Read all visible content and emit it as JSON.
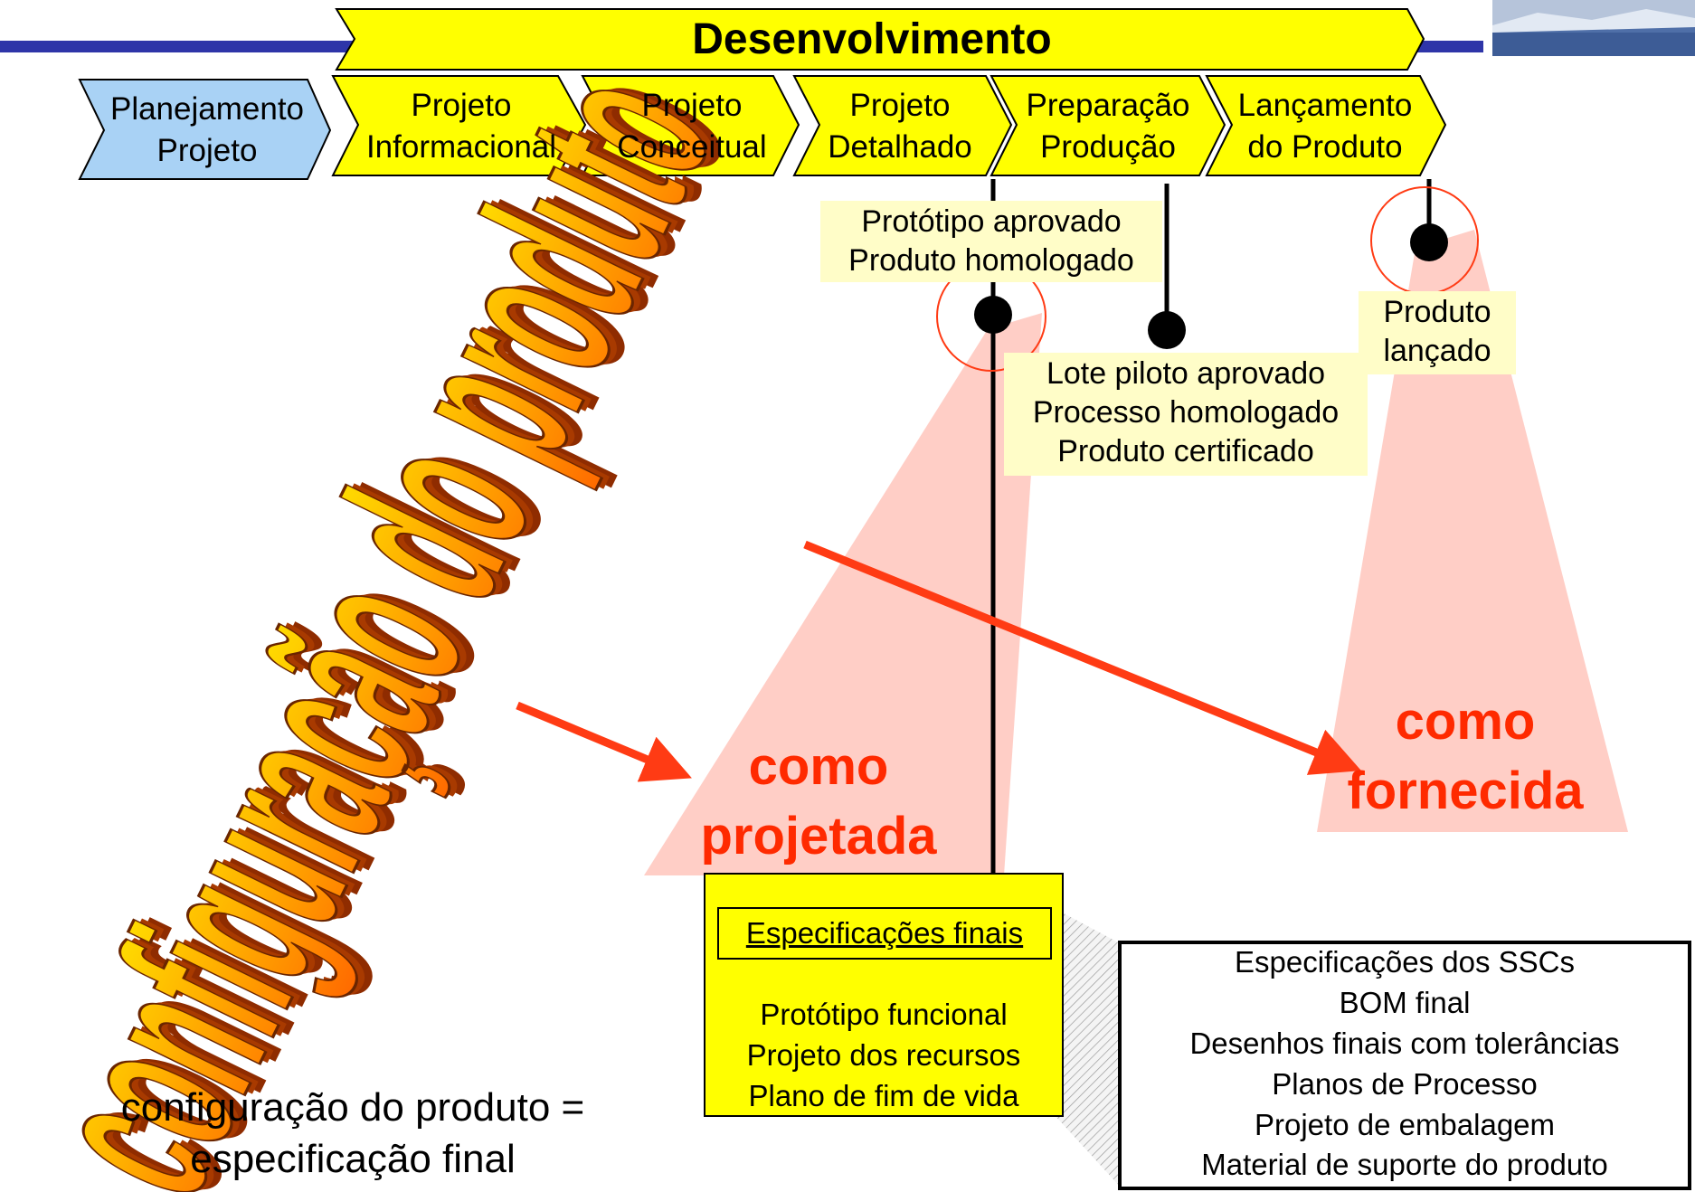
{
  "phase_banner": {
    "label": "Desenvolvimento"
  },
  "stages": [
    {
      "lines": [
        "Planejamento",
        "Projeto"
      ],
      "color": "#a9d2f5"
    },
    {
      "lines": [
        "Projeto",
        "Informacional"
      ],
      "color": "#ffff00"
    },
    {
      "lines": [
        "Projeto",
        "Conceitual"
      ],
      "color": "#ffff00"
    },
    {
      "lines": [
        "Projeto",
        "Detalhado"
      ],
      "color": "#ffff00"
    },
    {
      "lines": [
        "Preparação",
        "Produção"
      ],
      "color": "#ffff00"
    },
    {
      "lines": [
        "Lançamento",
        "do Produto"
      ],
      "color": "#ffff00"
    }
  ],
  "milestones": {
    "detalhado": [
      "Protótipo aprovado",
      "Produto homologado"
    ],
    "preparacao": [
      "Lote piloto aprovado",
      "Processo homologado",
      "Produto certificado"
    ],
    "lancamento": [
      "Produto",
      "lançado"
    ]
  },
  "wordart": "configuração do produto",
  "beams": {
    "projected": [
      "como",
      "projetada"
    ],
    "supplied": [
      "como",
      "fornecida"
    ]
  },
  "spec_box": {
    "title": "Especificações finais",
    "items": [
      "Protótipo funcional",
      "Projeto dos recursos",
      "Plano de fim de vida"
    ]
  },
  "detail_box": {
    "items": [
      "Especificações dos SSCs",
      "BOM final",
      "Desenhos finais com tolerâncias",
      "Planos de Processo",
      "Projeto de embalagem",
      "Material de suporte do produto"
    ]
  },
  "footnote": [
    "configuração do produto =",
    "especificação final"
  ],
  "colors": {
    "accent_blue": "#2e35a8",
    "stage_yellow": "#ffff00",
    "stage_blue": "#a9d2f5",
    "beam_pink": "#ffc9c0",
    "arrow_red": "#ff3b14",
    "text_red": "#ff2a00"
  }
}
